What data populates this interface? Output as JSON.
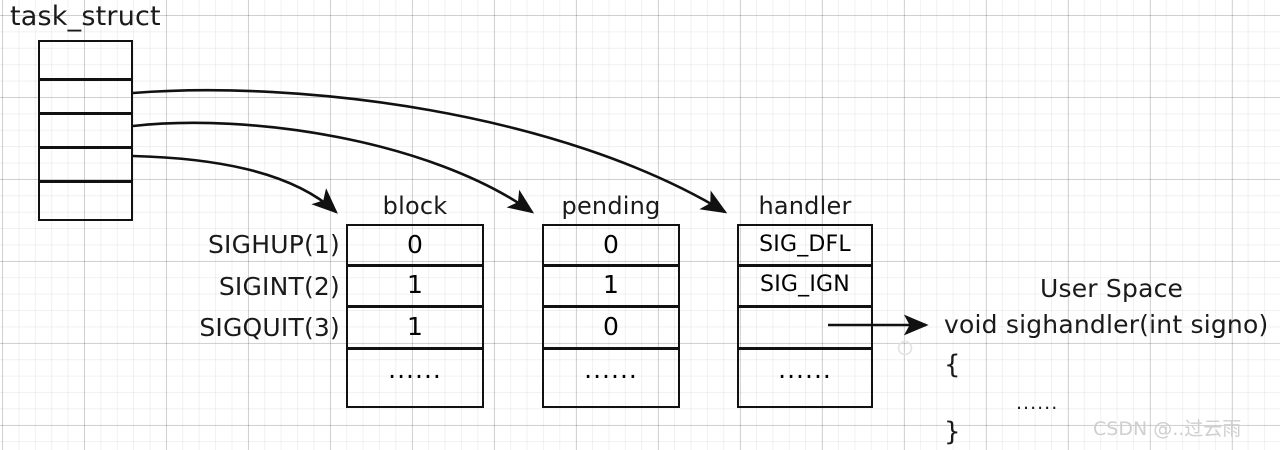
{
  "diagram": {
    "title": "task_struct",
    "task_struct_rows": [
      "",
      "",
      "",
      "",
      ""
    ],
    "column_headers": {
      "block": "block",
      "pending": "pending",
      "handler": "handler"
    },
    "signal_labels": [
      "SIGHUP(1)",
      "SIGINT(2)",
      "SIGQUIT(3)"
    ],
    "block_values": [
      "0",
      "1",
      "1",
      "......"
    ],
    "pending_values": [
      "0",
      "1",
      "0",
      "......"
    ],
    "handler_values": [
      "SIG_DFL",
      "SIG_IGN",
      "",
      "......"
    ],
    "user_space": {
      "heading": "User Space",
      "signature": "void sighandler(int signo)",
      "open_brace": "{",
      "body_ellipsis": "......",
      "close_brace": "}"
    },
    "watermark": "CSDN @..过云雨",
    "colors": {
      "ink": "#111111",
      "grid_minor": "#f0f0f0",
      "grid_major": "#d9d9d9",
      "watermark": "#cfcfcf",
      "background": "#ffffff"
    }
  }
}
